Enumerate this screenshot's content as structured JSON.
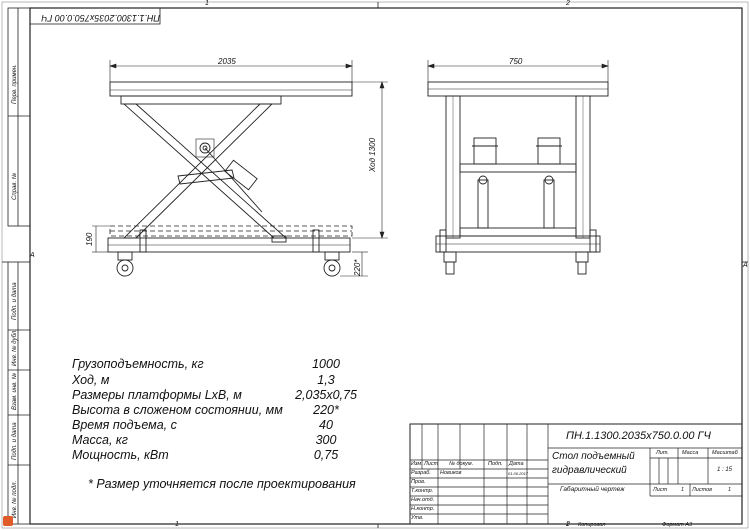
{
  "stamp_top": "ПН.1.1300.2035x750.0.00 ГЧ",
  "side_labels": {
    "perv_primen": "Перв. примен.",
    "sprav_no": "Справ. №",
    "podp_data_1": "Подп. и дата",
    "inv_dubl": "Инв. № дубл.",
    "vzam_inv": "Взам. инв. №",
    "podp_data_2": "Подп. и дата",
    "inv_podl": "Инв. № подл."
  },
  "border_zone_labels": {
    "top_1": "1",
    "top_2": "2",
    "bottom_1": "1",
    "bottom_2": "2",
    "left_a": "A",
    "right_a": "A"
  },
  "dimensions": {
    "front_width": "2035",
    "front_stroke": "Ход 1300",
    "front_folded": "190",
    "front_height": "220*",
    "side_width": "750"
  },
  "specs": [
    {
      "label": "Грузоподъемность, кг",
      "value": "1000"
    },
    {
      "label": "Ход, м",
      "value": "1,3"
    },
    {
      "label": "Размеры платформы LxB, м",
      "value": "2,035x0,75"
    },
    {
      "label": "Высота в сложеном состоянии, мм",
      "value": "220*"
    },
    {
      "label": "Время подъема, с",
      "value": "40"
    },
    {
      "label": "Масса, кг",
      "value": "300"
    },
    {
      "label": "Мощность, кВт",
      "value": "0,75"
    }
  ],
  "footnote": "* Размер уточняется после проектирования",
  "title_block": {
    "designation": "ПН.1.1300.2035x750.0.00 ГЧ",
    "name_line1": "Стол подъемный",
    "name_line2": "гидравлический",
    "doc_type": "Габаритный чертеж",
    "col_izm": "Изм.",
    "col_list": "Лист",
    "col_doc": "№ докум.",
    "col_podp": "Подп.",
    "col_data": "Дата",
    "row_razrab": "Разраб.",
    "razrab_name": "Новиков",
    "razrab_date": "01.06.2017",
    "row_prov": "Пров.",
    "row_tkontr": "Т.контр.",
    "row_nach": "Нач.отд.",
    "row_nkontr": "Н.контр.",
    "row_utv": "Утв.",
    "lit": "Лит.",
    "massa": "Масса",
    "masshtab": "Масштаб",
    "scale": "1 : 15",
    "sheet_label": "Лист",
    "sheet_no": "1",
    "sheets_label": "Листов",
    "sheets_no": "1"
  },
  "bottom_line": {
    "page": "1",
    "copied": "Копировал",
    "format": "Формат А3"
  }
}
